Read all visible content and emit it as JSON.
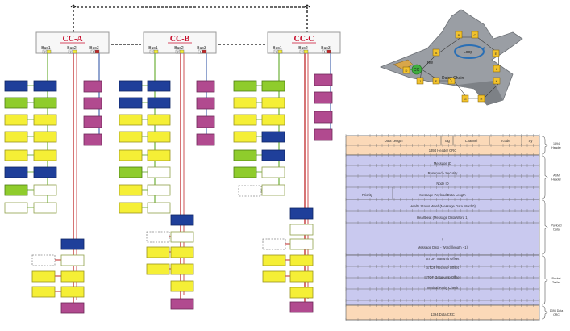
{
  "network": {
    "controllers": [
      {
        "label": "CC-A",
        "buses": [
          "Bus1",
          "Bus2",
          "Bus3"
        ]
      },
      {
        "label": "CC-B",
        "buses": [
          "Bus1",
          "Bus2",
          "Bus3"
        ]
      },
      {
        "label": "CC-C",
        "buses": [
          "Bus1",
          "Bus2",
          "Bus3"
        ]
      }
    ],
    "bus_ports": [
      "0",
      "1",
      "2"
    ],
    "colors": {
      "navy": "#1f3f9a",
      "yellow": "#f5ef36",
      "magenta": "#b14a8f",
      "green": "#8fcc2c",
      "bus_green": "#7ab648",
      "bus_red": "#c0282a",
      "bus_blue": "#4a69b0",
      "controller_fill": "#f7f7f7"
    }
  },
  "aircraft": {
    "labels": {
      "loop": "Loop",
      "tree": "Tree",
      "daisy_chain": "Daisy-Chain",
      "cc": "CC",
      "node_letters": [
        "A",
        "B",
        "C",
        "D",
        "E",
        "F",
        "G",
        "H",
        "I",
        "J",
        "K",
        "L"
      ]
    }
  },
  "packet": {
    "header_fields": [
      "Data Length",
      "Tag",
      "Channel",
      "Tcode",
      "Sy"
    ],
    "rows": [
      {
        "text": "1394 Header CRC",
        "group": "h1394"
      },
      {
        "text": "Message ID",
        "group": "asm"
      },
      {
        "text": "Reserved - Security",
        "group": "asm"
      },
      {
        "text": "Node ID",
        "group": "asm"
      },
      {
        "text": "Message Payload Data Length",
        "group": "asm",
        "prefix": "Priority"
      },
      {
        "text": "Health Status Word (Message Data Word 0)",
        "group": "payload"
      },
      {
        "text": "Heartbeat (Message Data Word 1)",
        "group": "payload"
      },
      {
        "text": "Message Data - Word (length - 1)",
        "group": "payload",
        "dots": "⋮"
      },
      {
        "text": "STOF Transmit Offset",
        "group": "trailer"
      },
      {
        "text": "STOF Receive Offset",
        "group": "trailer"
      },
      {
        "text": "STOF Datapump Offset",
        "group": "trailer"
      },
      {
        "text": "Vertical Parity Check",
        "group": "trailer"
      },
      {
        "text": "1394 Data CRC",
        "group": "dcrc"
      }
    ],
    "side_labels": [
      {
        "text": "1394 Header",
        "group": "h1394"
      },
      {
        "text": "ASM Header",
        "group": "asm"
      },
      {
        "text": "Payload Data",
        "group": "payload"
      },
      {
        "text": "Packet Trailer",
        "group": "trailer"
      },
      {
        "text": "1394 Data CRC",
        "group": "dcrc"
      }
    ],
    "colors": {
      "header_fill": "#fbd9b8",
      "body_fill": "#c9c9ef",
      "payload_fill": "#c9c9ef",
      "stroke": "#555555"
    }
  }
}
